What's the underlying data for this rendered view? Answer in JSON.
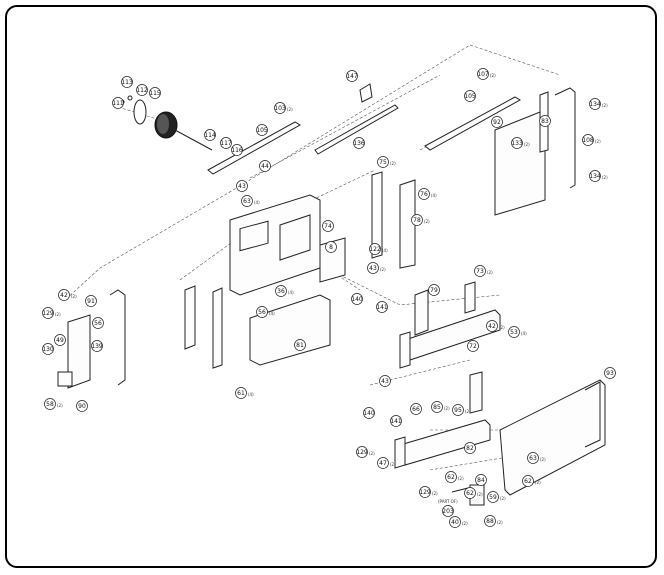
{
  "diagram": {
    "callouts": [
      {
        "num": "113",
        "qty": ""
      },
      {
        "num": "112",
        "qty": ""
      },
      {
        "num": "115",
        "qty": ""
      },
      {
        "num": "111",
        "qty": ""
      },
      {
        "num": "114",
        "qty": ""
      },
      {
        "num": "117",
        "qty": ""
      },
      {
        "num": "116",
        "qty": ""
      },
      {
        "num": "44",
        "qty": ""
      },
      {
        "num": "43",
        "qty": ""
      },
      {
        "num": "103",
        "qty": "(2)"
      },
      {
        "num": "105",
        "qty": ""
      },
      {
        "num": "147",
        "qty": ""
      },
      {
        "num": "136",
        "qty": ""
      },
      {
        "num": "107",
        "qty": "(2)"
      },
      {
        "num": "105",
        "qty": ""
      },
      {
        "num": "83",
        "qty": ""
      },
      {
        "num": "134",
        "qty": "(2)"
      },
      {
        "num": "92",
        "qty": ""
      },
      {
        "num": "133",
        "qty": "(2)"
      },
      {
        "num": "108",
        "qty": "(2)"
      },
      {
        "num": "134",
        "qty": "(2)"
      },
      {
        "num": "75",
        "qty": "(2)"
      },
      {
        "num": "76",
        "qty": "(4)"
      },
      {
        "num": "78",
        "qty": "(2)"
      },
      {
        "num": "122",
        "qty": "(4)"
      },
      {
        "num": "63",
        "qty": "(4)"
      },
      {
        "num": "74",
        "qty": ""
      },
      {
        "num": "8",
        "qty": ""
      },
      {
        "num": "43",
        "qty": "(2)"
      },
      {
        "num": "140",
        "qty": ""
      },
      {
        "num": "141",
        "qty": ""
      },
      {
        "num": "73",
        "qty": "(2)"
      },
      {
        "num": "79",
        "qty": ""
      },
      {
        "num": "42",
        "qty": "(2)"
      },
      {
        "num": "53",
        "qty": "(4)"
      },
      {
        "num": "72",
        "qty": ""
      },
      {
        "num": "36",
        "qty": "(4)"
      },
      {
        "num": "56",
        "qty": "(4)"
      },
      {
        "num": "81",
        "qty": ""
      },
      {
        "num": "61",
        "qty": "(4)"
      },
      {
        "num": "42",
        "qty": "(2)"
      },
      {
        "num": "91",
        "qty": ""
      },
      {
        "num": "129",
        "qty": "(2)"
      },
      {
        "num": "56",
        "qty": ""
      },
      {
        "num": "49",
        "qty": ""
      },
      {
        "num": "130",
        "qty": ""
      },
      {
        "num": "139",
        "qty": ""
      },
      {
        "num": "58",
        "qty": "(2)"
      },
      {
        "num": "90",
        "qty": ""
      },
      {
        "num": "43",
        "qty": ""
      },
      {
        "num": "140",
        "qty": ""
      },
      {
        "num": "141",
        "qty": ""
      },
      {
        "num": "66",
        "qty": ""
      },
      {
        "num": "85",
        "qty": "(2)"
      },
      {
        "num": "95",
        "qty": "(2)"
      },
      {
        "num": "82",
        "qty": ""
      },
      {
        "num": "129",
        "qty": "(2)"
      },
      {
        "num": "47",
        "qty": "(2)"
      },
      {
        "num": "93",
        "qty": ""
      },
      {
        "num": "63",
        "qty": "(2)"
      },
      {
        "num": "62",
        "qty": "(2)"
      },
      {
        "num": "62",
        "qty": "(2)"
      },
      {
        "num": "84",
        "qty": ""
      },
      {
        "num": "59",
        "qty": "(2)"
      },
      {
        "num": "129",
        "qty": "(2)"
      },
      {
        "num": "203",
        "qty": ""
      },
      {
        "num": "62",
        "qty": "(2)"
      },
      {
        "num": "40",
        "qty": "(2)"
      },
      {
        "num": "88",
        "qty": "(2)"
      }
    ],
    "note": "(PART OF)"
  }
}
